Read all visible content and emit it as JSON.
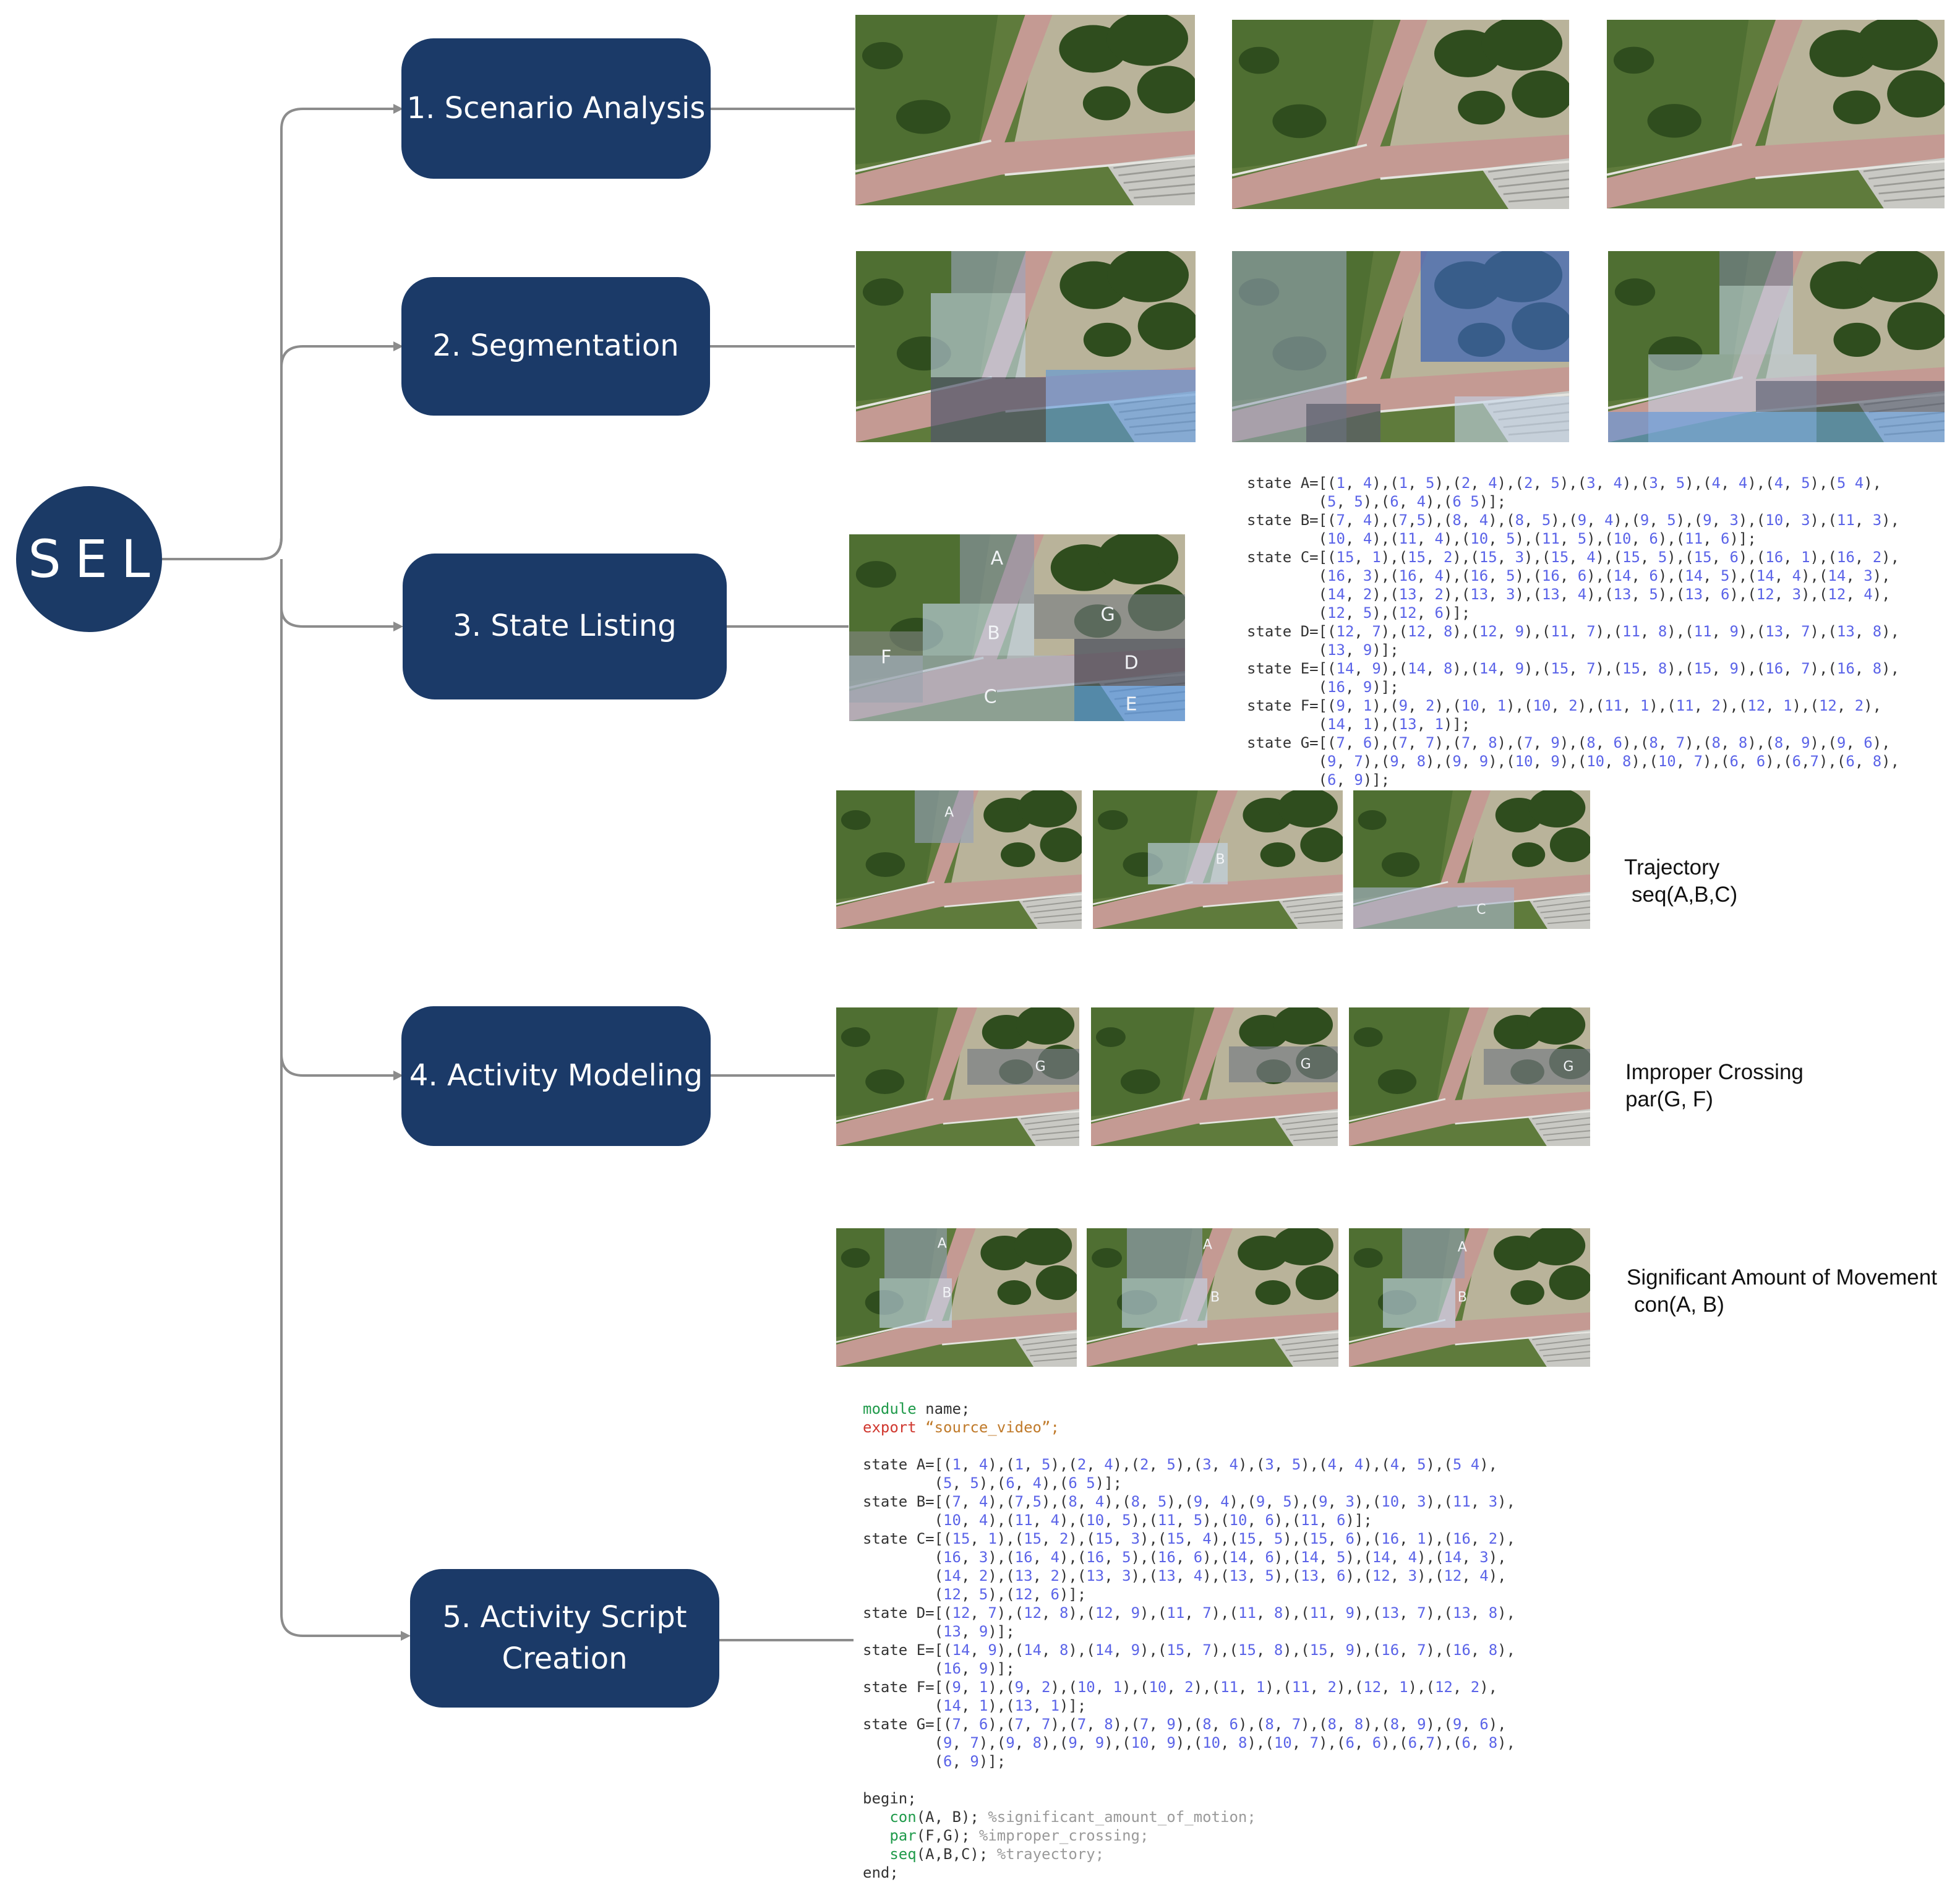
{
  "root": {
    "label": "SEL"
  },
  "steps": [
    {
      "label": "1. Scenario Analysis"
    },
    {
      "label": "2. Segmentation"
    },
    {
      "label": "3. State Listing"
    },
    {
      "label": "4. Activity Modeling"
    },
    {
      "label": "5. Activity Script Creation"
    }
  ],
  "region_labels": [
    "A",
    "B",
    "C",
    "D",
    "E",
    "F",
    "G"
  ],
  "state_lines": [
    "state A=[(1, 4),(1, 5),(2, 4),(2, 5),(3, 4),(3, 5),(4, 4),(4, 5),(5 4),",
    "        (5, 5),(6, 4),(6 5)];",
    "state B=[(7, 4),(7,5),(8, 4),(8, 5),(9, 4),(9, 5),(9, 3),(10, 3),(11, 3),",
    "        (10, 4),(11, 4),(10, 5),(11, 5),(10, 6),(11, 6)];",
    "state C=[(15, 1),(15, 2),(15, 3),(15, 4),(15, 5),(15, 6),(16, 1),(16, 2),",
    "        (16, 3),(16, 4),(16, 5),(16, 6),(14, 6),(14, 5),(14, 4),(14, 3),",
    "        (14, 2),(13, 2),(13, 3),(13, 4),(13, 5),(13, 6),(12, 3),(12, 4),",
    "        (12, 5),(12, 6)];",
    "state D=[(12, 7),(12, 8),(12, 9),(11, 7),(11, 8),(11, 9),(13, 7),(13, 8),",
    "        (13, 9)];",
    "state E=[(14, 9),(14, 8),(14, 9),(15, 7),(15, 8),(15, 9),(16, 7),(16, 8),",
    "        (16, 9)];",
    "state F=[(9, 1),(9, 2),(10, 1),(10, 2),(11, 1),(11, 2),(12, 1),(12, 2),",
    "        (14, 1),(13, 1)];",
    "state G=[(7, 6),(7, 7),(7, 8),(7, 9),(8, 6),(8, 7),(8, 8),(8, 9),(9, 6),",
    "        (9, 7),(9, 8),(9, 9),(10, 9),(10, 8),(10, 7),(6, 6),(6,7),(6, 8),",
    "        (6, 9)];"
  ],
  "script": {
    "module_kw": "module",
    "module_rest": " name;",
    "export_kw": "export",
    "export_value": " “source_video”;",
    "begin": "begin;",
    "end": "end;",
    "ops": [
      {
        "fn": "con",
        "args": "(A, B); ",
        "comment": "%significant_amount_of_motion;"
      },
      {
        "fn": "par",
        "args": "(F,G); ",
        "comment": "%improper_crossing;"
      },
      {
        "fn": "seq",
        "args": "(A,B,C); ",
        "comment": "%trayectory;"
      }
    ]
  },
  "activities": [
    {
      "name": "Trajectory",
      "expr": "seq(A,B,C)"
    },
    {
      "name": "Improper Crossing",
      "expr": "par(G, F)"
    },
    {
      "name": "Significant Amount of Movement",
      "expr": "con(A, B)"
    }
  ],
  "colors": {
    "node_fill": "#1b3a68",
    "connector": "#8c8c8c",
    "state_number": "#5a63e8",
    "keyword_green": "#1f9a4a",
    "keyword_red": "#d0372e",
    "string": "#c07a2a",
    "comment": "#9a9a9a"
  }
}
